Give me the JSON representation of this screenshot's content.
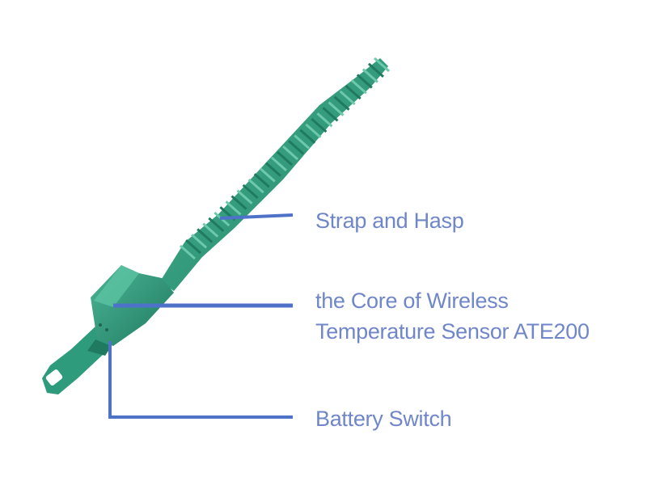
{
  "colors": {
    "device_body": "#2e9c7c",
    "device_dark": "#1f7a60",
    "device_light": "#4cb596",
    "leader_line": "#4f72c9",
    "label_text": "#6f86c9"
  },
  "labels": {
    "strap": "Strap and Hasp",
    "core_line1": "the Core of Wireless",
    "core_line2": "Temperature Sensor ATE200",
    "battery": "Battery Switch"
  }
}
